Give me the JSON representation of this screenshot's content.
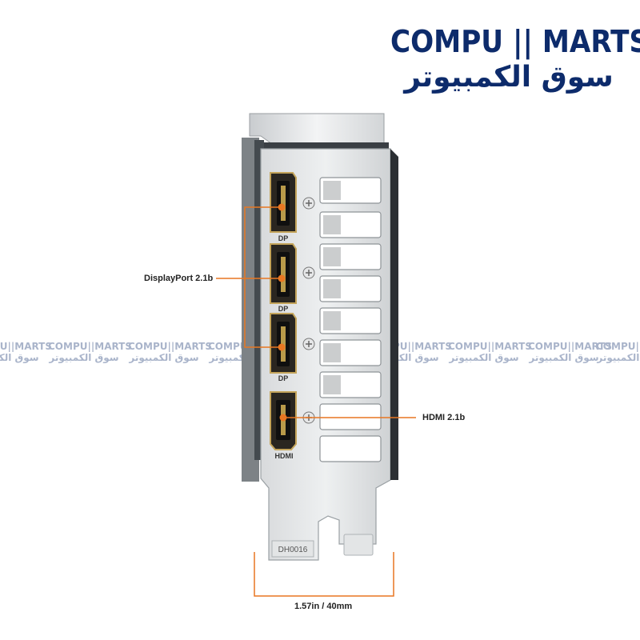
{
  "logo": {
    "text_en": "COMPU || MARTS",
    "text_ar": "سوق الكمبيوتر"
  },
  "watermark": {
    "text_en": "COMPU||MARTS",
    "text_ar": "سوق الكمبيوتر"
  },
  "bracket": {
    "port_labels": {
      "dp_1": "DP",
      "dp_2": "DP",
      "dp_3": "DP",
      "hdmi": "HDMI"
    },
    "part_code": "DH0016"
  },
  "callouts": {
    "displayport": "DisplayPort 2.1b",
    "hdmi": "HDMI 2.1b",
    "dimension": "1.57in / 40mm"
  },
  "colors": {
    "accent": "#e87722",
    "brand": "#0d2b6b"
  }
}
